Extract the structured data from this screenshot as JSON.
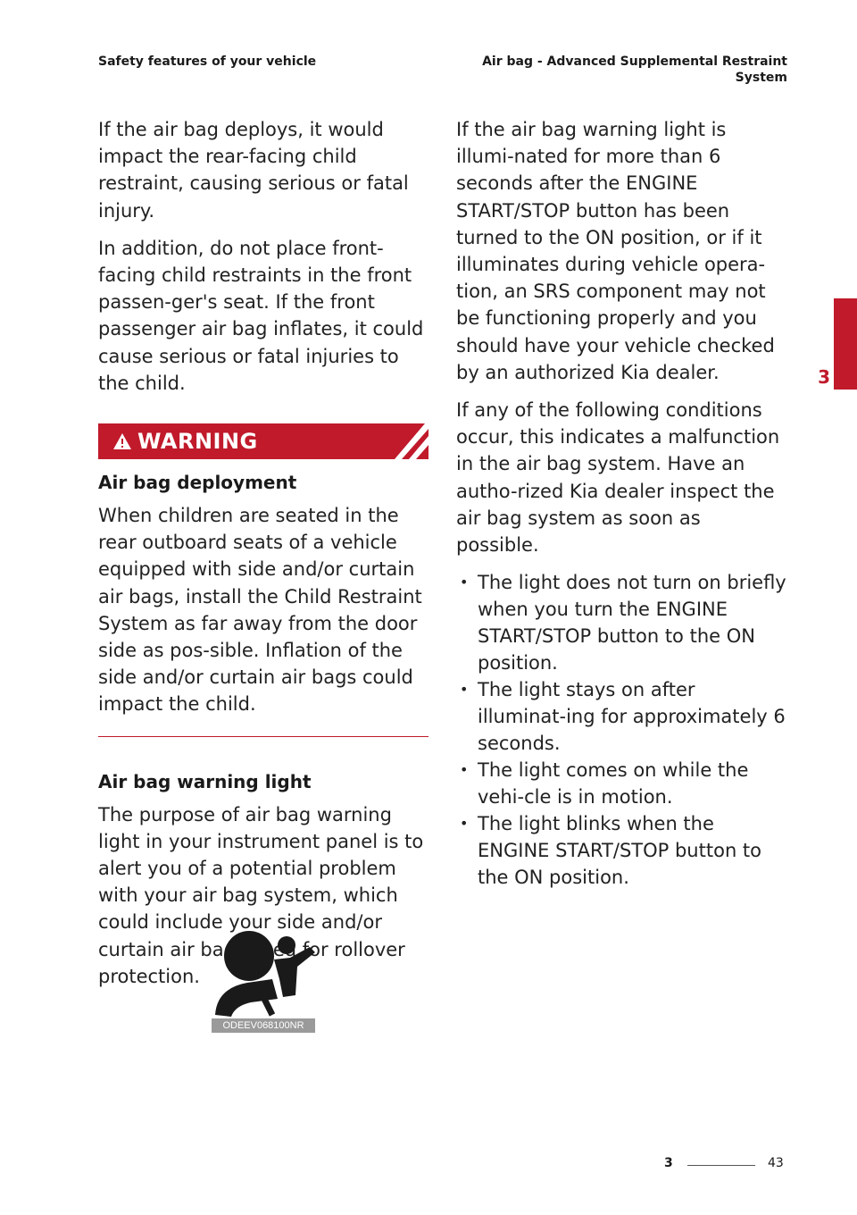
{
  "header": {
    "left": "Safety features of your vehicle",
    "right_line1": "Air bag - Advanced Supplemental Restraint",
    "right_line2": "System"
  },
  "left_column": {
    "para1": "If the air bag deploys, it would impact the rear-facing child restraint, causing serious or fatal injury.",
    "para2": "In addition, do not place front-facing child restraints in the front passen-ger's seat. If the front passenger air bag inflates, it could cause serious or fatal injuries to the child.",
    "warning": {
      "title": "WARNING",
      "heading": "Air bag deployment",
      "text": "When children are seated in the rear outboard seats of a vehicle equipped with side and/or curtain air bags, install the Child Restraint System as far away from the door side as pos-sible. Inflation of the side and/or curtain air bags could impact the child."
    },
    "section_heading": "Air bag warning light",
    "section_text": "The purpose of air bag warning light in your instrument panel is to alert you of a potential problem with your air bag system, which could include your side and/or curtain air bags used for rollover protection.",
    "figure_code": "ODEEV068100NR"
  },
  "right_column": {
    "para1": "If the air bag warning light is illumi-nated for more than 6 seconds after the ENGINE START/STOP button has been turned to the ON position, or if it illuminates during vehicle opera-tion, an SRS component may not be functioning properly and you should have your vehicle checked by an authorized Kia dealer.",
    "para2": "If any of the following conditions occur, this indicates a malfunction in the air bag system. Have an autho-rized Kia dealer inspect the air bag system as soon as possible.",
    "bullets": [
      "The light does not turn on briefly when you turn the ENGINE START/STOP button to the ON position.",
      "The light stays on after illuminat-ing for approximately 6 seconds.",
      "The light comes on while the vehi-cle is in motion.",
      "The light blinks when the ENGINE START/STOP button to the ON position."
    ]
  },
  "side_tab": {
    "number": "3"
  },
  "footer": {
    "chapter": "3",
    "page": "43"
  },
  "colors": {
    "accent": "#c01a2b",
    "text": "#222222"
  }
}
